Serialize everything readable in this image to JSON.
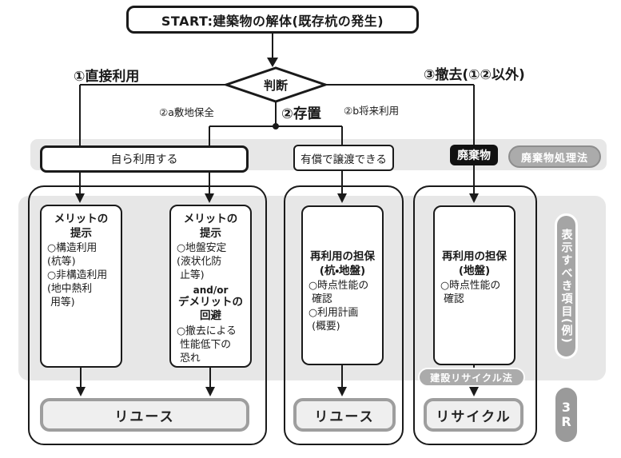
{
  "start": {
    "label": "START:建築物の解体(既存杭の発生)"
  },
  "decision": {
    "label": "判断"
  },
  "branches": {
    "direct_use": "①直接利用",
    "preserve": "②存置",
    "site_preserve": "②a敷地保全",
    "future_use": "②b将来利用",
    "removal": "③撤去(①②以外)"
  },
  "row1": {
    "self_use": "自ら利用する",
    "transfer": "有償で譲渡できる",
    "waste": "廃棄物",
    "waste_law": "廃棄物処理法"
  },
  "boxes": {
    "merit1": {
      "title": "メリットの\n提示",
      "body": "○構造利用\n(杭等)\n○非構造利用\n(地中熱利\n 用等)"
    },
    "merit2": {
      "title": "メリットの\n提示",
      "body": "○地盤安定\n(液状化防\n 止等)",
      "connector": "and/or",
      "title2": "デメリットの\n回避",
      "body2": "○撤去による\n 性能低下の\n 恐れ"
    },
    "guarantee1": {
      "title": "再利用の担保\n(杭・地盤)",
      "body": "○時点性能の\n 確認\n○利用計画\n (概要)"
    },
    "guarantee2": {
      "title": "再利用の担保\n(地盤)",
      "body": "○時点性能の\n 確認"
    }
  },
  "outcomes": {
    "reuse1": "リユース",
    "reuse2": "リユース",
    "recycle": "リサイクル"
  },
  "pills": {
    "recycle_law": "建設リサイクル法",
    "display_items": "表示すべき項目(例)",
    "three_r": "3\nR"
  },
  "colors": {
    "line": "#1a1a1a",
    "band_gray": "#e7e7e7",
    "pill_gray": "#ababab",
    "waste_black": "#111111",
    "outcome_border": "#9e9e9e",
    "outcome_fill": "#efefef"
  }
}
